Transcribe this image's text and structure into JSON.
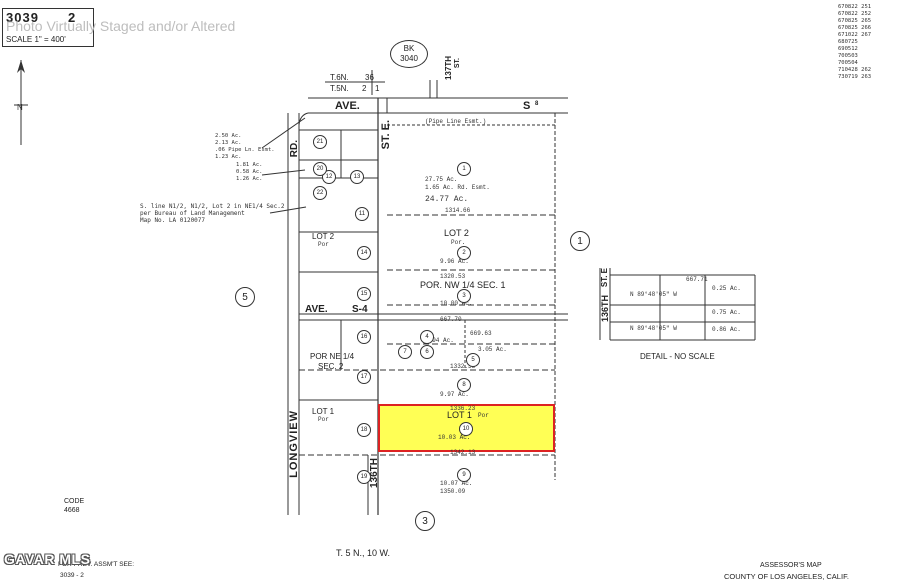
{
  "header": {
    "book_page": "3039",
    "page_number": "2",
    "scale": "SCALE 1\" = 400'",
    "watermark": "Photo Virtually Staged and/or Altered"
  },
  "top_right_notes": [
    "670822 251",
    "670822 252",
    "670825 265",
    "670825 266",
    "671022 267",
    "680725",
    "690512",
    "700503",
    "700504",
    "710428 262",
    "730719 263"
  ],
  "book_ref": {
    "bk": "BK",
    "num": "3040"
  },
  "township": {
    "t6n": "T.6N.",
    "t5n": "T.5N.",
    "r36": "36",
    "r2": "2",
    "r1": "1"
  },
  "roads": {
    "ave_top": "AVE.",
    "s_top": "S",
    "s_top_num": "8",
    "st_137": "137TH",
    "st_137b": "ST.",
    "st_e": "ST. E.",
    "rd": "RD.",
    "longview": "LONGVIEW",
    "ave_mid": "AVE.",
    "s4": "S-4",
    "st_136": "136TH",
    "st_136_detail": "136TH",
    "st_e_detail": "ST. E"
  },
  "pipe_line": "(Pipe Line Esmt.)",
  "lots": {
    "lot2_left": "LOT 2",
    "lot2_left_por": "Por",
    "lot2_right": "LOT 2",
    "lot2_right_por": "Por.",
    "por_nw": "POR. NW 1/4 SEC. 1",
    "por_ne": "POR NE 1/4",
    "sec2": "SEC. 2",
    "lot1_left": "LOT 1",
    "lot1_left_por": "Por",
    "lot1_right": "LOT 1",
    "lot1_right_por": "Por"
  },
  "acreages": {
    "a1": "27.75 Ac.",
    "a1b": "1.65 Ac. Rd. Esmt.",
    "a1c": "24.77 Ac.",
    "a2": "9.96 Ac.",
    "a3": "10.00 Ac.",
    "a3b": "9.94 Ac.",
    "a4": "3.05 Ac.",
    "a5": "9.97 Ac.",
    "a6": "10.03 Ac.",
    "a7": "10.07 Ac."
  },
  "dims": {
    "d1": "1314.66",
    "d2": "1320.53",
    "d3": "1332.33",
    "d4": "1336.23",
    "d5": "1342.13",
    "d6": "1350.09",
    "d7": "667.70",
    "d8": "669.63",
    "d9": "667.71"
  },
  "parcels": [
    "1",
    "2",
    "3",
    "4",
    "5",
    "6",
    "7",
    "8",
    "9",
    "10",
    "11",
    "12",
    "13",
    "14",
    "15",
    "16",
    "17",
    "18",
    "19",
    "20",
    "21",
    "22"
  ],
  "big_parcels": {
    "p1": "1",
    "p3": "3",
    "p5": "5"
  },
  "notes": {
    "left1": "2.50 Ac.\n2.13 Ac.\n.06 Pipe Ln. Esmt.\n1.23 Ac.",
    "left2": "1.81 Ac.\n0.58 Ac.\n1.26 Ac.",
    "survey": "S. line N1/2, N1/2, Lot 2 in NE1/4 Sec.2\nper Bureau of Land Management\nMap No. LA 0120077",
    "detail": "DETAIL - NO SCALE",
    "detail_n1": "N 89°48'05\" W",
    "detail_n2": "N 89°48'05\" W",
    "detail_ac1": "0.25 Ac.",
    "detail_ac2": "0.75 Ac.",
    "detail_ac3": "0.86 Ac.",
    "code_label": "CODE",
    "code_value": "4668",
    "township_bottom": "T. 5 N., 10 W.",
    "assessor_map": "ASSESSOR'S MAP",
    "county": "COUNTY OF LOS ANGELES, CALIF.",
    "prev_assmt": "FOR PREV. ASSM'T SEE:",
    "prev_ref": "3039 - 2",
    "mls": "GAVAR MLS"
  },
  "colors": {
    "highlight": "#ffff55",
    "highlight_border": "#dd2222",
    "line": "#333333"
  }
}
